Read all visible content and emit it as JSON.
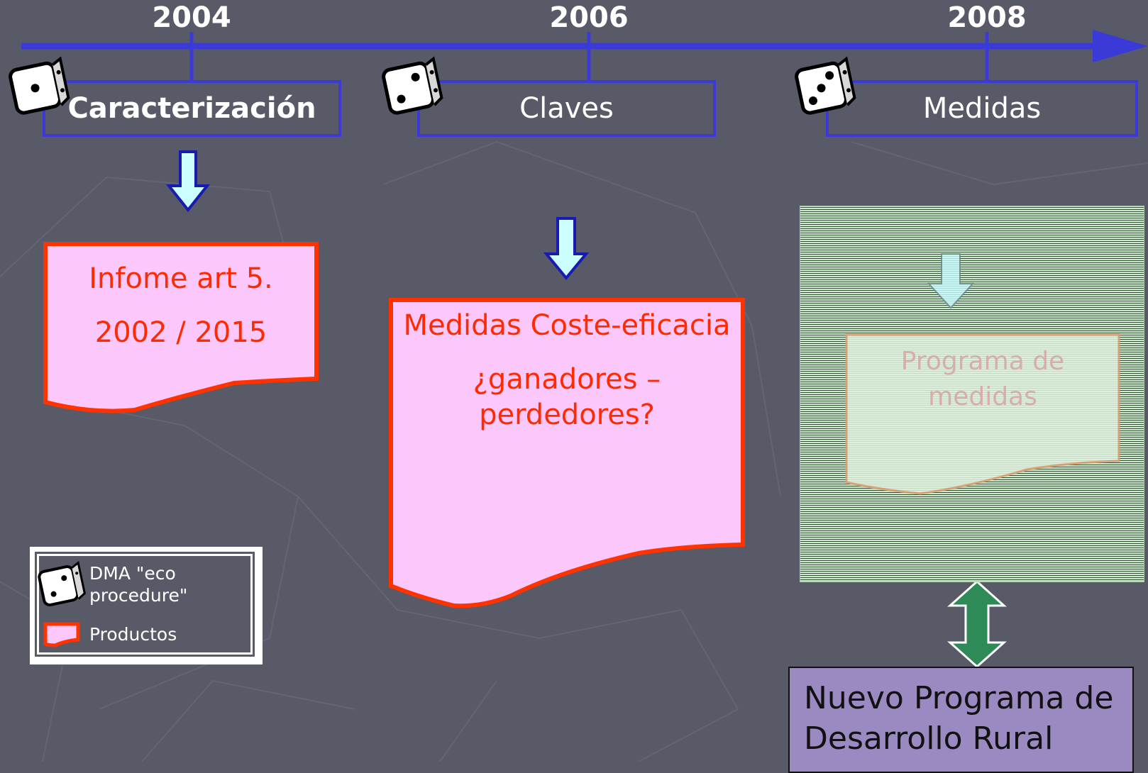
{
  "timeline": {
    "years": [
      "2004",
      "2006",
      "2008"
    ],
    "phases": [
      "Caracterización",
      "Claves",
      "Medidas"
    ]
  },
  "products": {
    "informe": {
      "line1": "Infome art 5.",
      "line2": "2002 /  2015"
    },
    "medidas": {
      "line1": "Medidas Coste-eficacia",
      "line2": "¿ganadores –",
      "line3": "perdedores?"
    },
    "programa": {
      "line1": "Programa de",
      "line2": "medidas"
    }
  },
  "rural_program": {
    "line1": "Nuevo Programa de",
    "line2": "Desarrollo Rural"
  },
  "legend": {
    "dice_label_1": "DMA \"eco",
    "dice_label_2": "procedure\"",
    "product_label": "Productos"
  },
  "colors": {
    "background": "#585a68",
    "timeline_blue": "#3a3ad8",
    "product_fill": "#fcc8fc",
    "product_border": "#ff3300",
    "product_text": "#ff2a00",
    "rural_fill": "#9b8ac2",
    "double_arrow": "#2e8b57"
  },
  "icons": [
    "dice-icon",
    "down-arrow-icon",
    "double-arrow-icon"
  ]
}
